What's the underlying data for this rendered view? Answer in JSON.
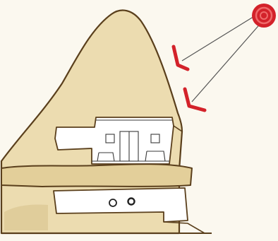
{
  "illustration": {
    "subject": "cave-dwelling-cross-section",
    "palette": {
      "paper": "#fbf8ef",
      "rock_fill": "#ecdcb0",
      "rock_fill_dark": "#d9c38e",
      "rock_outline": "#5a3f1c",
      "ink": "#3a3a3a",
      "room_fill": "#ffffff",
      "sun_red": "#d3222a",
      "sun_red_light": "#ef6a6a",
      "ray_color": "#555555"
    },
    "icons": [
      "sun-icon",
      "solar-angle-marker-upper",
      "solar-angle-marker-lower"
    ]
  }
}
